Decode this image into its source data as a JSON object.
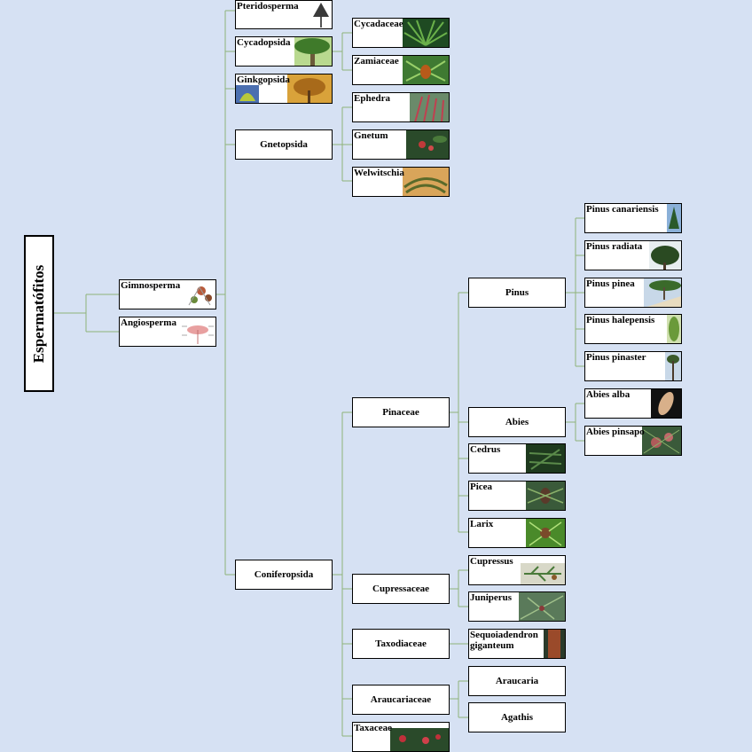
{
  "root": "Espermatófitos",
  "nodes": {
    "gimnosperma": "Gimnosperma",
    "angiosperma": "Angiosperma",
    "pteridosperma": "Pteridosperma",
    "cycadopsida": "Cycadopsida",
    "ginkgopsida": "Ginkgopsida",
    "gnetopsida": "Gnetopsida",
    "coniferopsida": "Coniferopsida",
    "cycadaceae": "Cycadaceae",
    "zamiaceae": "Zamiaceae",
    "ephedra": "Ephedra",
    "gnetum": "Gnetum",
    "welwitschia": "Welwitschia",
    "pinaceae": "Pinaceae",
    "cupressaceae": "Cupressaceae",
    "taxodiaceae": "Taxodiaceae",
    "araucariaceae": "Araucariaceae",
    "taxaceae": "Taxaceae",
    "pinus": "Pinus",
    "abies": "Abies",
    "cedrus": "Cedrus",
    "picea": "Picea",
    "larix": "Larix",
    "cupressus": "Cupressus",
    "juniperus": "Juniperus",
    "sequoiadendron": "Sequoiadendron giganteum",
    "araucaria": "Araucaria",
    "agathis": "Agathis",
    "pinus_canariensis": "Pinus canariensis",
    "pinus_radiata": "Pinus radiata",
    "pinus_pinea": "Pinus pinea",
    "pinus_halepensis": "Pinus halepensis",
    "pinus_pinaster": "Pinus pinaster",
    "abies_alba": "Abies alba",
    "abies_pinsapo": "Abies pinsapo"
  },
  "colors": {
    "background": "#d6e1f3",
    "connector": "#8fb27a"
  }
}
